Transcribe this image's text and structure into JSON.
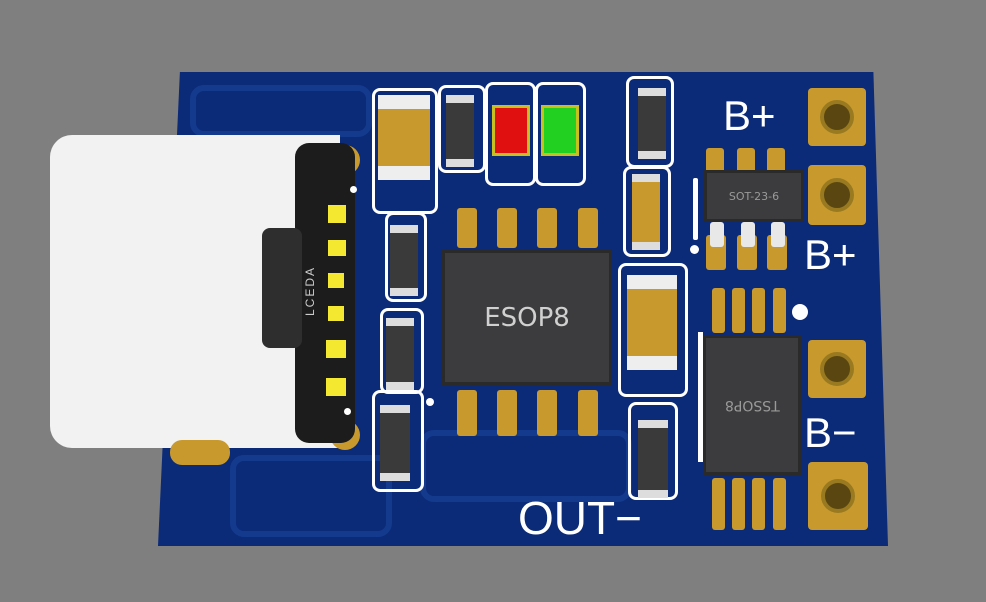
{
  "silkscreen": {
    "b_plus_1": "B+",
    "b_plus_2": "B+",
    "b_minus": "B−",
    "out_minus": "OUT−"
  },
  "components": {
    "esop8": "ESOP8",
    "sot23": "SOT-23-6",
    "tssop8": "TSSOP8",
    "usb_brand": "LCEDA"
  },
  "colors": {
    "board": "#0b2a78",
    "copper": "#c89a2e",
    "led_red": "#e01010",
    "led_green": "#22d022"
  }
}
